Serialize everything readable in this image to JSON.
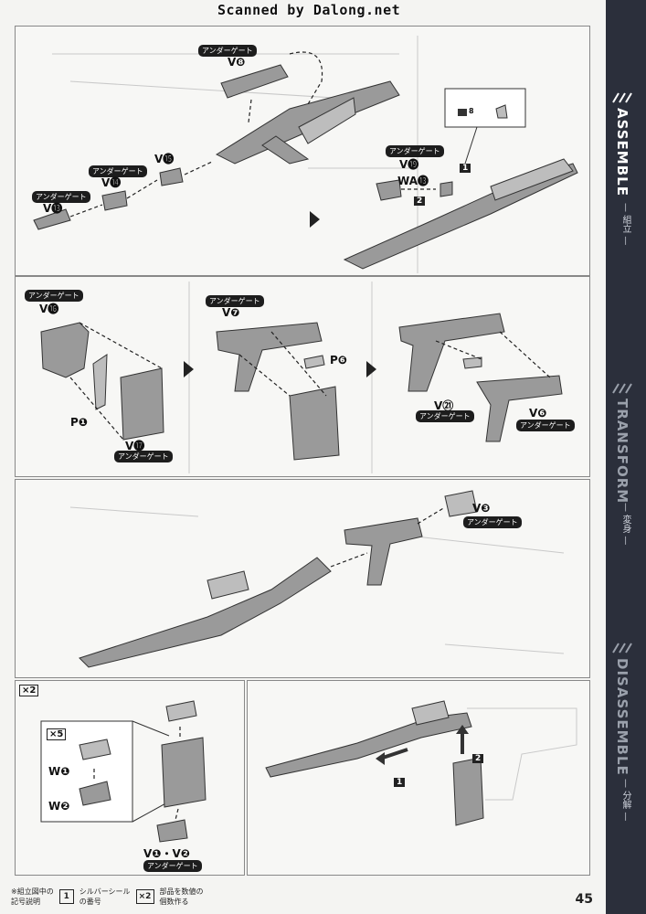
{
  "scan_credit": "Scanned by Dalong.net",
  "sidebar": {
    "sections": [
      {
        "label": "ASSEMBLE",
        "sub": "— 組立 —"
      },
      {
        "label": "TRANSFORM",
        "sub": "— 変身 —"
      },
      {
        "label": "DISASSEMBLE",
        "sub": "— 分解 —"
      }
    ]
  },
  "gate": "アンダーゲート",
  "panel1": {
    "v8": "V❽",
    "v13": "V⓭",
    "v14": "V⓮",
    "v15": "V⓯",
    "v19": "V⓳",
    "wa13": "WA⓭",
    "sticker": "8",
    "n1": "1",
    "n2": "2"
  },
  "panel2": {
    "v16": "V⓰",
    "v17": "V⓱",
    "p1": "P❶",
    "v7": "V❼",
    "p6": "P❻",
    "v21": "V㉑",
    "v6": "V❻"
  },
  "panel3": {
    "v3": "V❸"
  },
  "panel4": {
    "x2": "×2",
    "x5": "×5",
    "w1": "W❶",
    "w2": "W❷",
    "v12": "V❶・V❷"
  },
  "panel5": {
    "n1": "1",
    "n2": "2"
  },
  "footer": {
    "legend_title": "※組立図中の\n記号説明",
    "sticker_icon": "1",
    "sticker_text": "シルバーシール\nの番号",
    "qty_icon": "×2",
    "qty_text": "部品を数値の\n個数作る"
  },
  "page_number": "45"
}
